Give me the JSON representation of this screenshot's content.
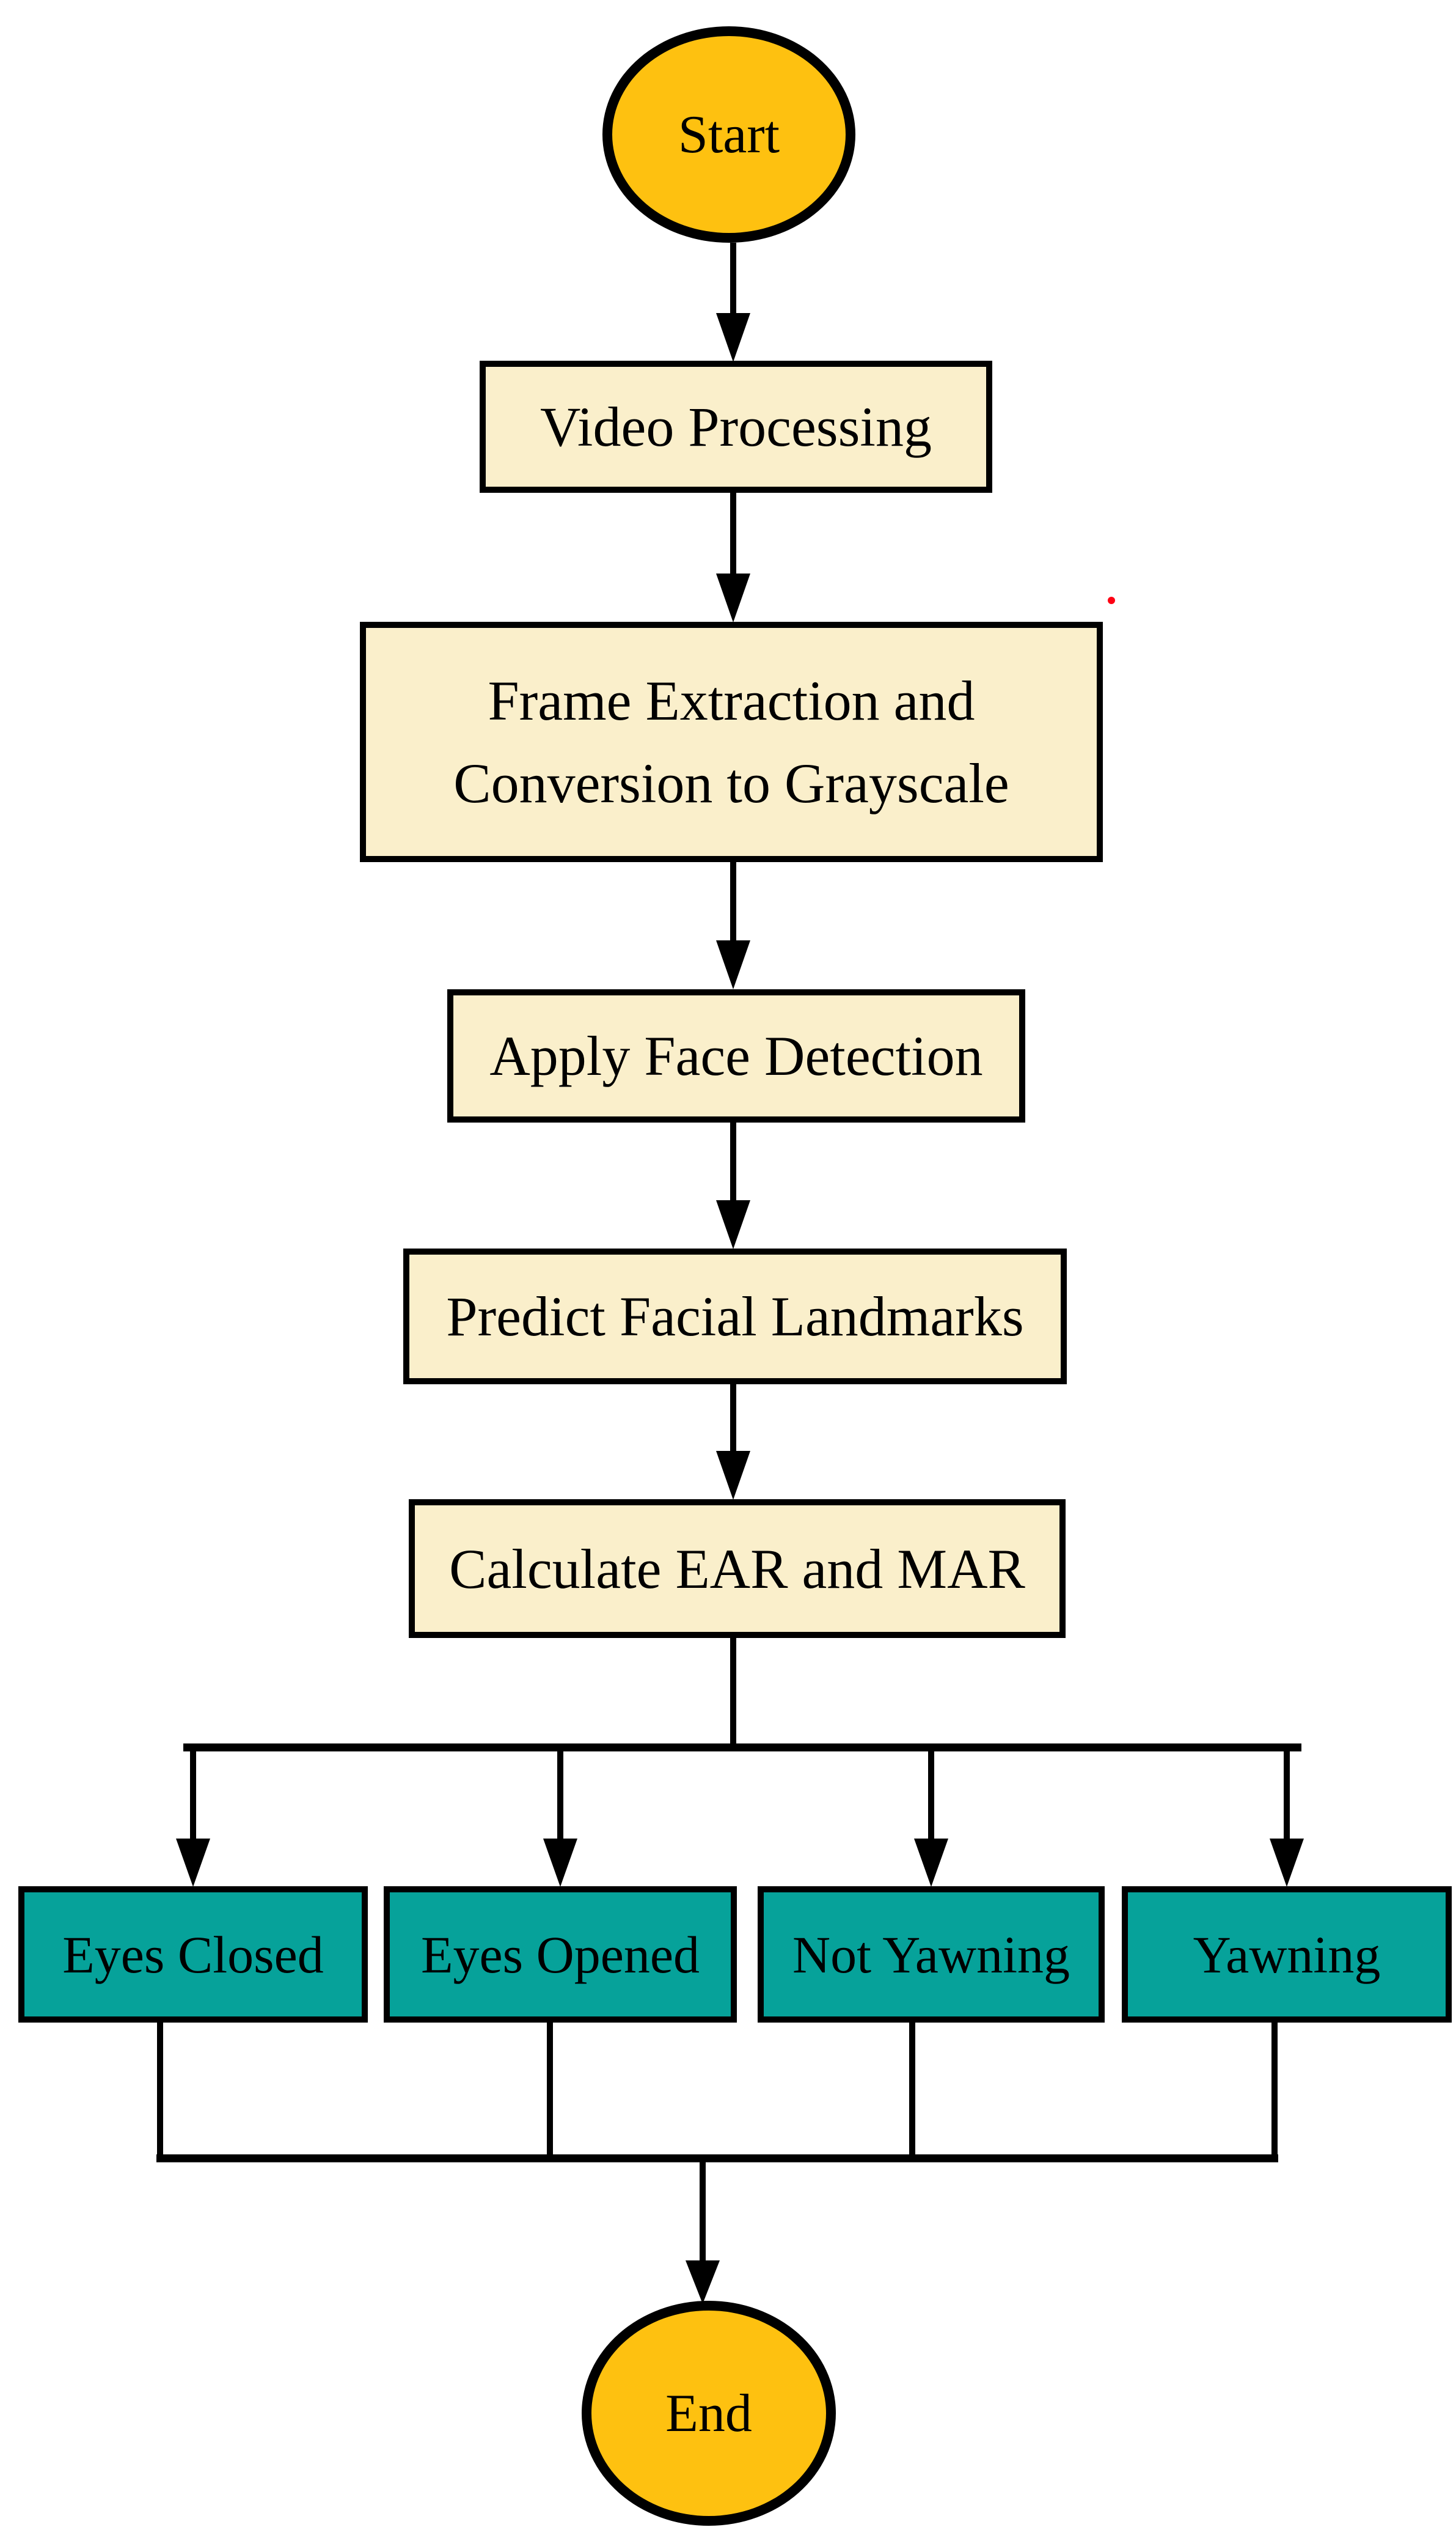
{
  "colors": {
    "terminal_fill": "#FEC110",
    "process_fill": "#FAEFCB",
    "outcome_fill": "#06A29A",
    "line": "#000000",
    "text": "#000000",
    "marker_dot": "#FE0013",
    "background": "#FFFFFF"
  },
  "flowchart": {
    "start": {
      "label": "Start"
    },
    "processes": [
      {
        "id": "video-processing",
        "label": "Video Processing"
      },
      {
        "id": "frame-extraction",
        "label": "Frame Extraction and Conversion to Grayscale",
        "lines": [
          "Frame Extraction and",
          "Conversion to Grayscale"
        ]
      },
      {
        "id": "apply-face-detection",
        "label": "Apply Face Detection"
      },
      {
        "id": "predict-facial-landmarks",
        "label": "Predict Facial Landmarks"
      },
      {
        "id": "calculate-ear-mar",
        "label": "Calculate EAR and MAR"
      }
    ],
    "outcomes": [
      {
        "id": "eyes-closed",
        "label": "Eyes Closed"
      },
      {
        "id": "eyes-opened",
        "label": "Eyes Opened"
      },
      {
        "id": "not-yawning",
        "label": "Not Yawning"
      },
      {
        "id": "yawning",
        "label": "Yawning"
      }
    ],
    "end": {
      "label": "End"
    }
  }
}
